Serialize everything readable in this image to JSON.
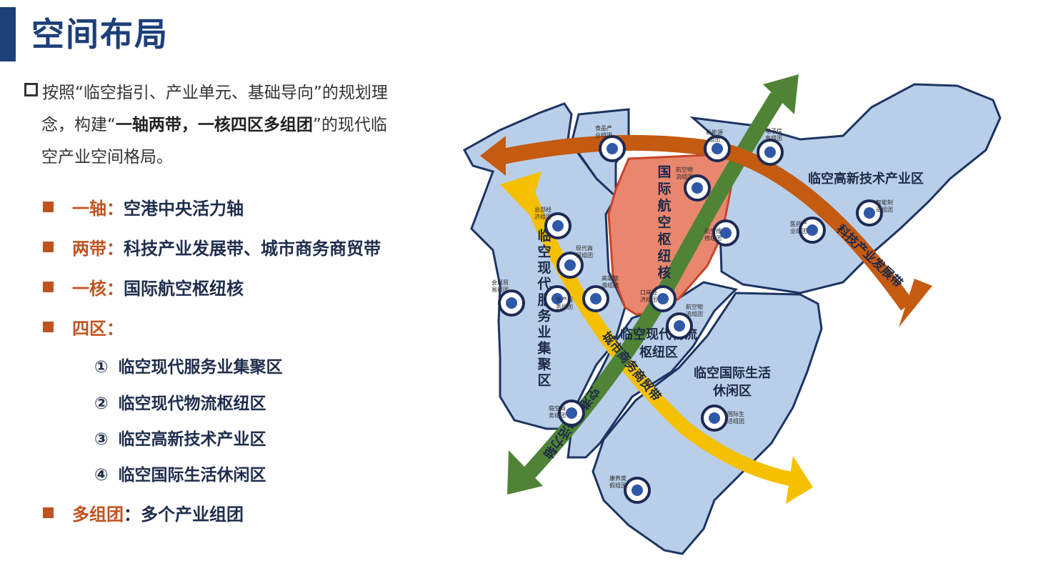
{
  "page": {
    "title": "空间布局"
  },
  "intro": {
    "line1": "按照“临空指引、产业单元、基础导向”的规划理",
    "line2_a": "念，构建“",
    "line2_bold": "一轴两带，一核四区多组团",
    "line2_b": "”的现代临",
    "line3": "空产业空间格局。"
  },
  "bullets": {
    "axis": {
      "key": "一轴",
      "sep": "：",
      "text": "空港中央活力轴"
    },
    "belts": {
      "key": "两带",
      "sep": "：",
      "text": "科技产业发展带、城市商务商贸带"
    },
    "core": {
      "key": "一核",
      "sep": "：",
      "text": "国际航空枢纽核"
    },
    "zones": {
      "key": "四区",
      "sep": "："
    },
    "zone_items": [
      {
        "num": "①",
        "text": "临空现代服务业集聚区"
      },
      {
        "num": "②",
        "text": "临空现代物流枢纽区"
      },
      {
        "num": "③",
        "text": "临空高新技术产业区"
      },
      {
        "num": "④",
        "text": "临空国际生活休闲区"
      }
    ],
    "clusters": {
      "key": "多组团",
      "sep": "：",
      "text": "多个产业组团"
    }
  },
  "map": {
    "colors": {
      "zone_fill": "#b9cfe9",
      "zone_stroke": "#1d3463",
      "core_fill": "#e9876e",
      "core_stroke": "#c9442a",
      "axis_green": "#4f8436",
      "tech_orange": "#c55a11",
      "commerce_yellow": "#f5c000",
      "node_fill": "#2f58a8"
    },
    "zone_labels": {
      "service": "临空现代服务业集聚区",
      "logistics_1": "临空现代物流",
      "logistics_2": "枢纽区",
      "hightech": "临空高新技术产业区",
      "life_1": "临空国际生活",
      "life_2": "休闲区",
      "core": "国际航空枢纽核"
    },
    "belt_labels": {
      "tech": "科技产业发展带",
      "commerce": "城市商务商贸带",
      "axis": "空港中央活力轴"
    },
    "nodes": [
      {
        "l1": "食品产",
        "l2": "业组团"
      },
      {
        "l1": "新能源",
        "l2": "组团"
      },
      {
        "l1": "电子信",
        "l2": "息组团"
      },
      {
        "l1": "航空物",
        "l2": "流组团"
      },
      {
        "l1": "总部经",
        "l2": "济组团"
      },
      {
        "l1": "现代商",
        "l2": "贸组团"
      },
      {
        "l1": "会展贸",
        "l2": "易组团"
      },
      {
        "l1": "生产服",
        "l2": "务组团"
      },
      {
        "l1": "高端旅",
        "l2": "游组团"
      },
      {
        "l1": "航空维",
        "l2": "修组团"
      },
      {
        "l1": "医药产",
        "l2": "业组团"
      },
      {
        "l1": "智能制",
        "l2": "造组团"
      },
      {
        "l1": "口岸经",
        "l2": "济组团"
      },
      {
        "l1": "航空物",
        "l2": "流组团"
      },
      {
        "l1": "国际生",
        "l2": "活组团"
      },
      {
        "l1": "临空商",
        "l2": "务组团"
      },
      {
        "l1": "康养度",
        "l2": "假组团"
      }
    ]
  }
}
